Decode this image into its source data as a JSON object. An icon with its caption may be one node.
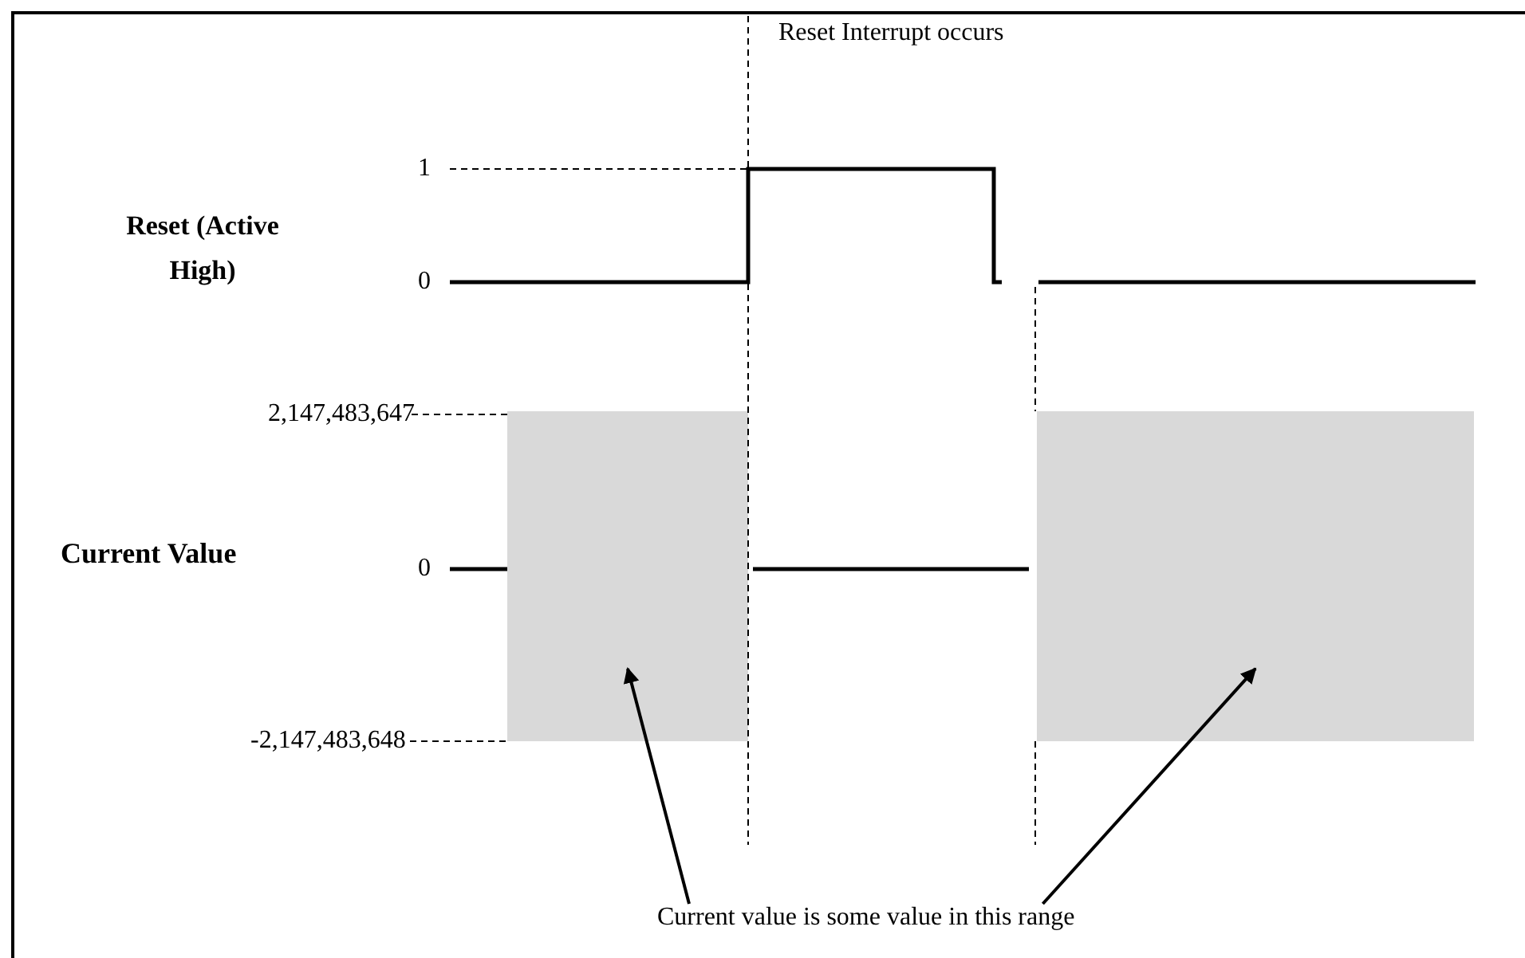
{
  "diagram": {
    "nodes": [
      {
        "text": [
          "Current value is some value in this range"
        ]
      },
      {
        "text": [],
        "shape": "box"
      },
      {
        "text": [],
        "shape": "box"
      }
    ],
    "edges": [
      {
        "from": 0,
        "to": 1,
        "arrow": "to"
      },
      {
        "from": 0,
        "to": 2,
        "arrow": "to"
      }
    ],
    "labels": [
      "Reset Interrupt occurs",
      "1",
      "Reset (Active High)",
      "0",
      "2,147,483,647",
      "Current Value",
      "0",
      "-2,147,483,648"
    ]
  }
}
